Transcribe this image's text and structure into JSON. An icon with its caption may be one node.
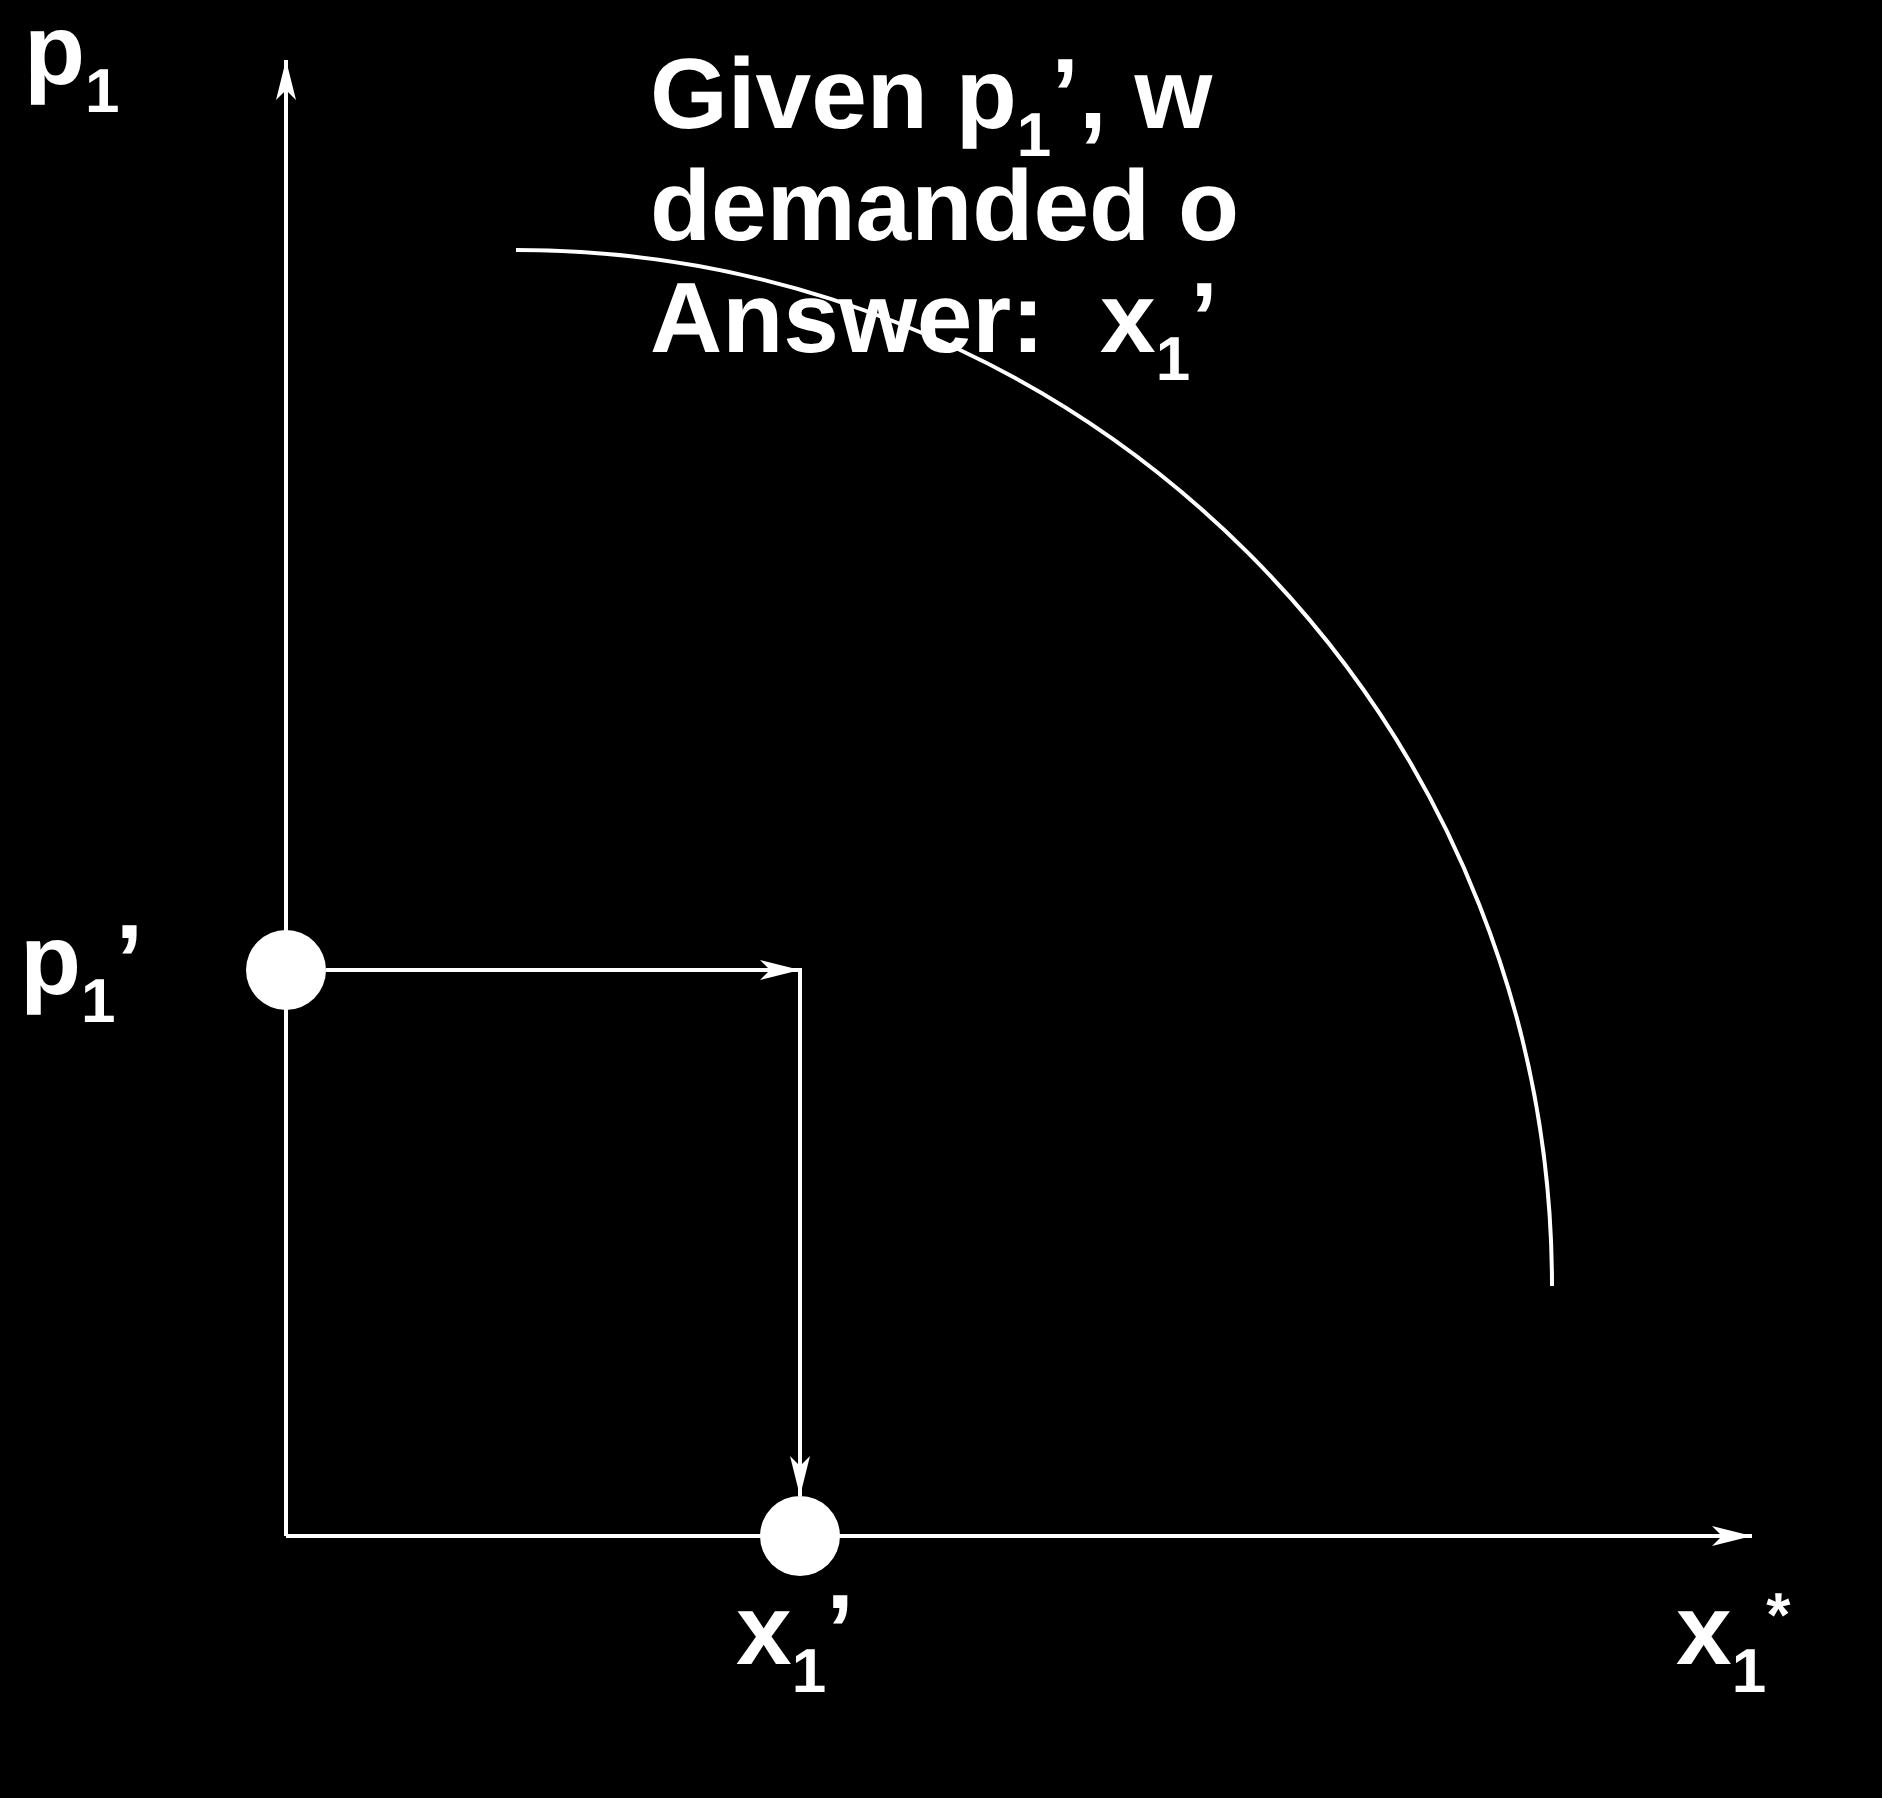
{
  "diagram": {
    "nodes": [
      {
        "text": [],
        "shape": "circle",
        "beside": [
          "p$_{1}$’"
        ]
      },
      {
        "text": [],
        "shape": "circle",
        "beside": [
          "x$_{1}$’"
        ]
      }
    ],
    "edges": [
      {
        "from": 0,
        "to": 1,
        "arrow": "to"
      }
    ],
    "labels": [
      "p$_{1}$",
      "x$_{1}$$^{*}$",
      "Given p$_{1}$’, w",
      "demanded o",
      "Answer:  x$_{1}$’"
    ]
  }
}
